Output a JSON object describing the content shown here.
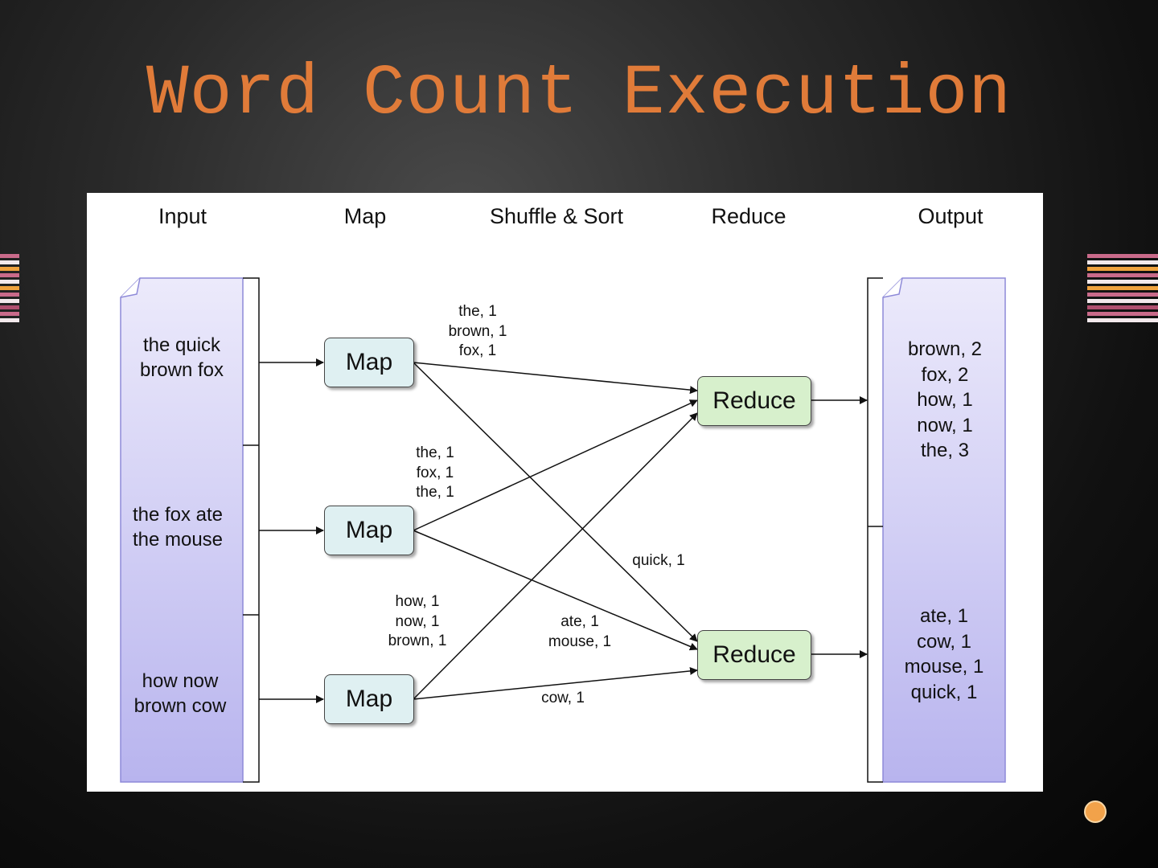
{
  "title": "Word Count Execution",
  "stages": [
    "Input",
    "Map",
    "Shuffle & Sort",
    "Reduce",
    "Output"
  ],
  "inputs": [
    "the quick\nbrown fox",
    "the fox ate\nthe mouse",
    "how now\nbrown cow"
  ],
  "map_label": "Map",
  "reduce_label": "Reduce",
  "map_emits": [
    "the, 1\nbrown, 1\nfox, 1",
    "the, 1\nfox, 1\nthe, 1",
    "how, 1\nnow, 1\nbrown, 1"
  ],
  "shuffle_labels": [
    "quick, 1",
    "ate, 1\nmouse, 1",
    "cow, 1"
  ],
  "outputs": [
    "brown, 2\nfox, 2\nhow, 1\nnow, 1\nthe, 3",
    "ate, 1\ncow, 1\nmouse, 1\nquick, 1"
  ],
  "colors": {
    "title": "#e07b39",
    "input_doc_top": "#eceafb",
    "input_doc_bottom": "#b8b4ee",
    "map_fill": "#dff0f2",
    "reduce_fill": "#d7f0cc",
    "stripe_pink": "#c96a8a",
    "stripe_orange": "#f0a23e",
    "stripe_white": "#f3e9ec",
    "dot": "#f2a24a"
  }
}
